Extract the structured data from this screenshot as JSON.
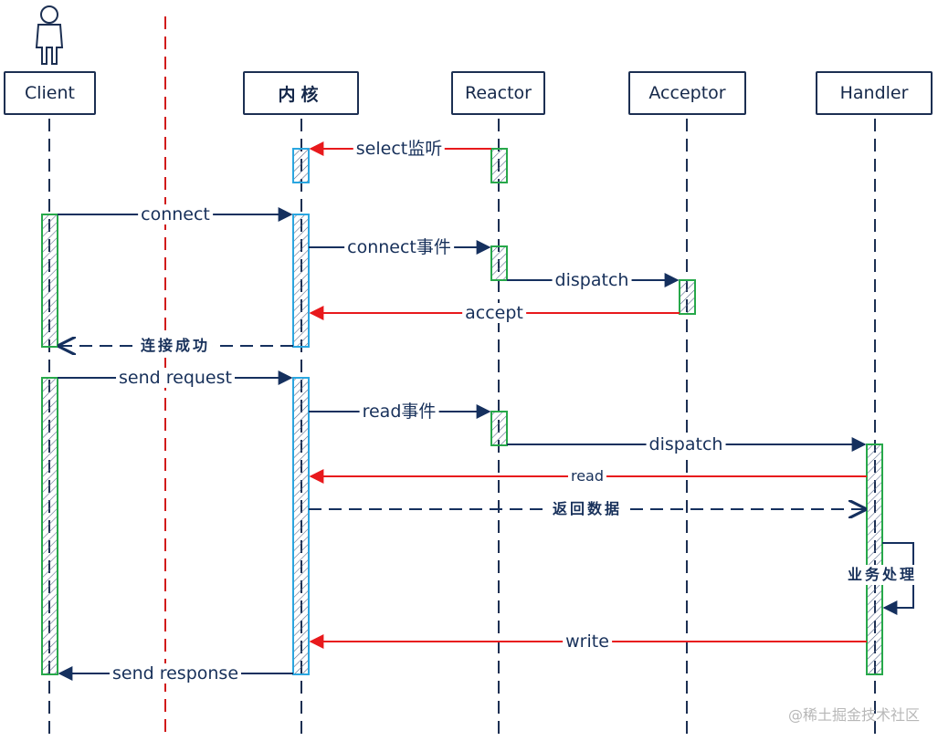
{
  "participants": [
    {
      "id": "client",
      "label": "Client",
      "actor": true
    },
    {
      "id": "kernel",
      "label": "内核"
    },
    {
      "id": "reactor",
      "label": "Reactor"
    },
    {
      "id": "acceptor",
      "label": "Acceptor"
    },
    {
      "id": "handler",
      "label": "Handler"
    }
  ],
  "messages": [
    {
      "id": "select",
      "label": "select监听",
      "from": "reactor",
      "to": "kernel",
      "style": "red"
    },
    {
      "id": "connect",
      "label": "connect",
      "from": "client",
      "to": "kernel",
      "style": "solid"
    },
    {
      "id": "connect-event",
      "label": "connect事件",
      "from": "kernel",
      "to": "reactor",
      "style": "solid"
    },
    {
      "id": "dispatch-1",
      "label": "dispatch",
      "from": "reactor",
      "to": "acceptor",
      "style": "solid"
    },
    {
      "id": "accept",
      "label": "accept",
      "from": "acceptor",
      "to": "kernel",
      "style": "red"
    },
    {
      "id": "connected",
      "label": "连接成功",
      "from": "kernel",
      "to": "client",
      "style": "dashed"
    },
    {
      "id": "send-request",
      "label": "send request",
      "from": "client",
      "to": "kernel",
      "style": "solid"
    },
    {
      "id": "read-event",
      "label": "read事件",
      "from": "kernel",
      "to": "reactor",
      "style": "solid"
    },
    {
      "id": "dispatch-2",
      "label": "dispatch",
      "from": "reactor",
      "to": "handler",
      "style": "solid"
    },
    {
      "id": "read",
      "label": "read",
      "from": "handler",
      "to": "kernel",
      "style": "red"
    },
    {
      "id": "return-data",
      "label": "返回数据",
      "from": "kernel",
      "to": "handler",
      "style": "dashed"
    },
    {
      "id": "business",
      "label": "业务处理",
      "from": "handler",
      "to": "handler",
      "style": "self"
    },
    {
      "id": "write",
      "label": "write",
      "from": "handler",
      "to": "kernel",
      "style": "red"
    },
    {
      "id": "send-response",
      "label": "send response",
      "from": "kernel",
      "to": "client",
      "style": "solid"
    }
  ],
  "watermark": "@稀土掘金技术社区",
  "colors": {
    "ink": "#1c2f52",
    "request_arrow": "#15305e",
    "red_arrow": "#e8191c",
    "separator": "#d11a1a",
    "client_activation_border": "#27a84a",
    "kernel_activation_border": "#2aa6e0",
    "reactor_activation_border": "#27a84a",
    "acceptor_activation_border": "#27a84a",
    "handler_activation_border": "#27a84a",
    "hatch": "#5a6a8a"
  }
}
